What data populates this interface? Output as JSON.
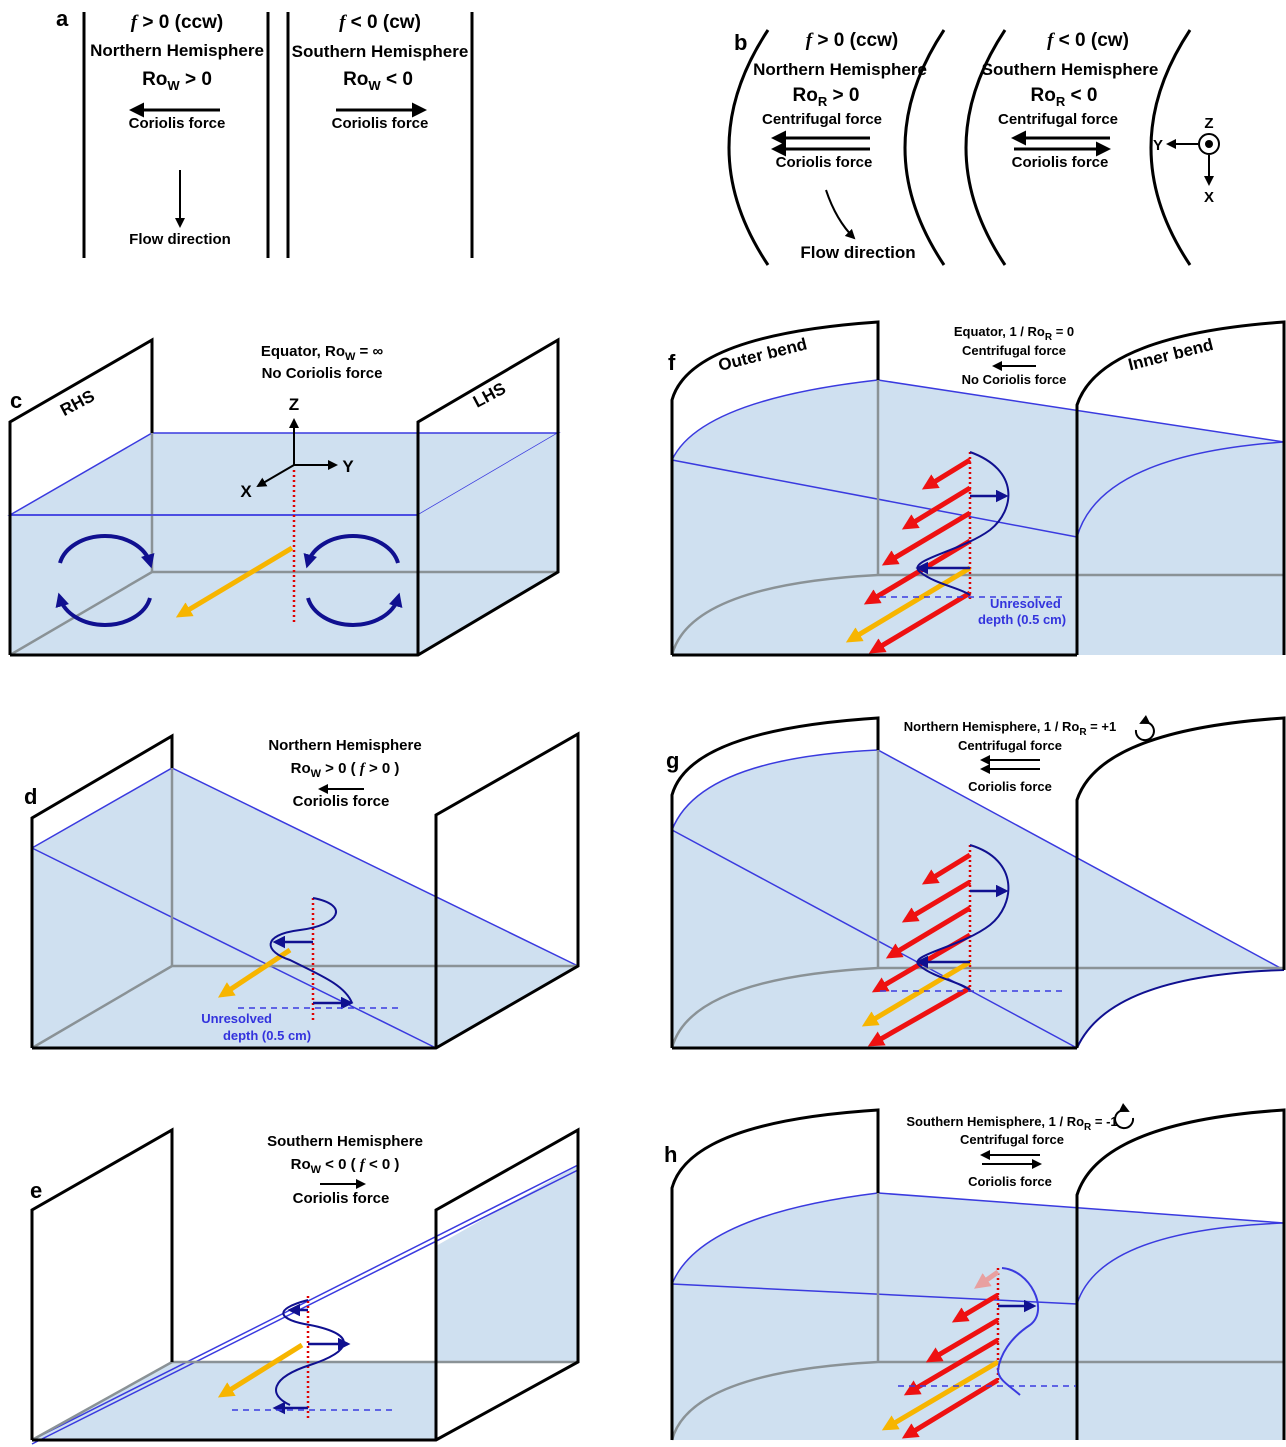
{
  "colors": {
    "water": "#cfe0f0",
    "surface_line": "#3a3adf",
    "wall": "#000000",
    "floor_line": "#8a9296",
    "flow_arrow": "#f7b500",
    "force_arrow": "#ee1111",
    "profile": "#101090",
    "axis_dotted": "#e00000"
  },
  "panel_a": {
    "letter": "a",
    "left": {
      "f_symbol": "f",
      "f_text": " > 0 (ccw)",
      "hemisphere": "Northern Hemisphere",
      "ro_main": "Ro",
      "ro_sub": "W",
      "ro_rest": " > 0",
      "force_label": "Coriolis force"
    },
    "right": {
      "f_symbol": "f",
      "f_text": " < 0 (cw)",
      "hemisphere": "Southern Hemisphere",
      "ro_main": "Ro",
      "ro_sub": "W",
      "ro_rest": " < 0",
      "force_label": "Coriolis force"
    },
    "flow_label": "Flow direction"
  },
  "panel_b": {
    "letter": "b",
    "left": {
      "f_symbol": "f",
      "f_text": " > 0 (ccw)",
      "hemisphere": "Northern Hemisphere",
      "ro_main": "Ro",
      "ro_sub": "R",
      "ro_rest": " > 0",
      "centrifugal_label": "Centrifugal force",
      "coriolis_label": "Coriolis force"
    },
    "right": {
      "f_symbol": "f",
      "f_text": " < 0 (cw)",
      "hemisphere": "Southern Hemisphere",
      "ro_main": "Ro",
      "ro_sub": "R",
      "ro_rest": " < 0",
      "centrifugal_label": "Centrifugal force",
      "coriolis_label": "Coriolis force"
    },
    "flow_label": "Flow direction",
    "axes": {
      "z": "Z",
      "y": "Y",
      "x": "X"
    }
  },
  "panel_c": {
    "letter": "c",
    "rhs_label": "RHS",
    "lhs_label": "LHS",
    "title_pre": "Equator, Ro",
    "title_sub": "W",
    "title_post": " = ∞",
    "subtitle": "No Coriolis force",
    "axes": {
      "z": "Z",
      "y": "Y",
      "x": "X"
    }
  },
  "panel_d": {
    "letter": "d",
    "title": "Northern Hemisphere",
    "ro_pre": "Ro",
    "ro_sub": "W",
    "ro_mid": " > 0 ( ",
    "f_symbol": "f",
    "ro_post": " > 0 )",
    "force_label": "Coriolis force",
    "unresolved_1": "Unresolved",
    "unresolved_2": "depth (0.5 cm)"
  },
  "panel_e": {
    "letter": "e",
    "title": "Southern Hemisphere",
    "ro_pre": "Ro",
    "ro_sub": "W",
    "ro_mid": " < 0 ( ",
    "f_symbol": "f",
    "ro_post": " < 0 )",
    "force_label": "Coriolis force"
  },
  "panel_f": {
    "letter": "f",
    "outer_label": "Outer bend",
    "inner_label": "Inner bend",
    "title_pre": "Equator, 1 / Ro",
    "title_sub": "R",
    "title_post": " = 0",
    "centrifugal_label": "Centrifugal force",
    "coriolis_label": "No Coriolis force",
    "unresolved_1": "Unresolved",
    "unresolved_2": "depth (0.5 cm)"
  },
  "panel_g": {
    "letter": "g",
    "title_pre": "Northern Hemisphere, 1 / Ro",
    "title_sub": "R",
    "title_post": " = +1",
    "centrifugal_label": "Centrifugal force",
    "coriolis_label": "Coriolis force"
  },
  "panel_h": {
    "letter": "h",
    "title_pre": "Southern Hemisphere, 1 / Ro",
    "title_sub": "R",
    "title_post": " = -1",
    "centrifugal_label": "Centrifugal force",
    "coriolis_label": "Coriolis force"
  }
}
